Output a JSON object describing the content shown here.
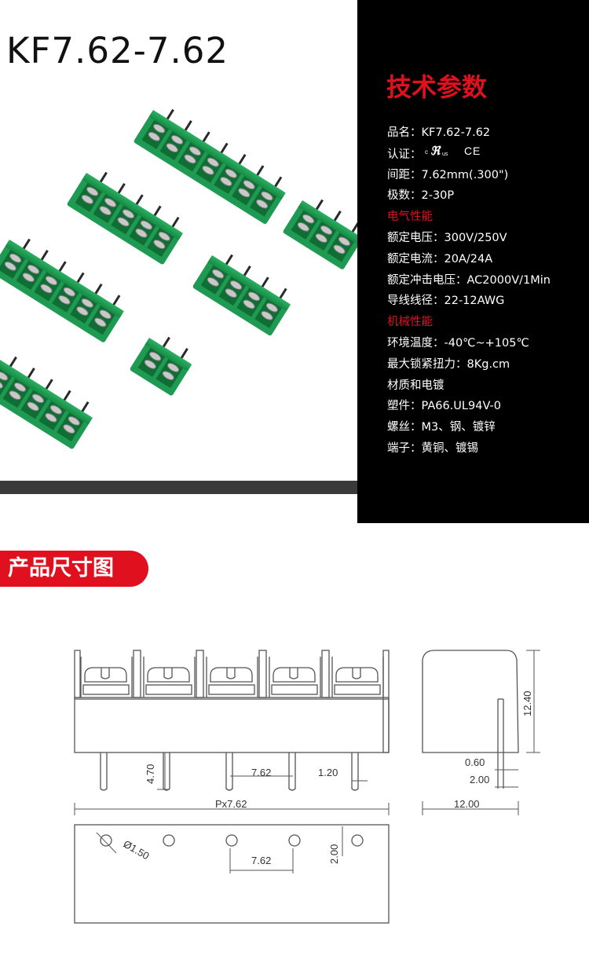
{
  "product": {
    "title": "KF7.62-7.62"
  },
  "specs": {
    "heading": "技术参数",
    "rows": [
      {
        "label": "品名",
        "value": "KF7.62-7.62"
      },
      {
        "label": "认证",
        "value": "",
        "cert": "ul-ce-marks"
      },
      {
        "label": "间距",
        "value": "7.62mm(.300\")"
      },
      {
        "label": "极数",
        "value": "2-30P"
      },
      {
        "section": "电气性能"
      },
      {
        "label": "额定电压",
        "value": "300V/250V"
      },
      {
        "label": "额定电流",
        "value": "20A/24A"
      },
      {
        "label": "额定冲击电压",
        "value": "AC2000V/1Min"
      },
      {
        "label": "导线线径",
        "value": "22-12AWG"
      },
      {
        "section": "机械性能"
      },
      {
        "label": "环境温度",
        "value": "-40℃~+105℃"
      },
      {
        "label": "最大锁紧扭力",
        "value": "8Kg.cm"
      },
      {
        "plain": "材质和电镀"
      },
      {
        "label": "塑件",
        "value": "PA66.UL94V-0"
      },
      {
        "label": "螺丝",
        "value": "M3、钢、镀锌"
      },
      {
        "label": "端子",
        "value": "黄铜、镀锡"
      }
    ],
    "separator": "："
  },
  "dimensions": {
    "heading": "产品尺寸图",
    "front": {
      "pitch": "7.62",
      "pin_width": "1.20",
      "pin_length": "4.70",
      "total": "Px7.62"
    },
    "side": {
      "height": "12.40",
      "pin_thickness": "0.60",
      "pin_offset": "2.00",
      "depth": "12.00"
    },
    "pcb": {
      "hole_diameter": "Ø1.50",
      "pitch": "7.62",
      "row_offset": "2.00"
    }
  },
  "colors": {
    "accent_red": "#e0101e",
    "panel_bg": "#000000",
    "terminal_green": "#1e9a52",
    "drawing_line": "#555555"
  }
}
